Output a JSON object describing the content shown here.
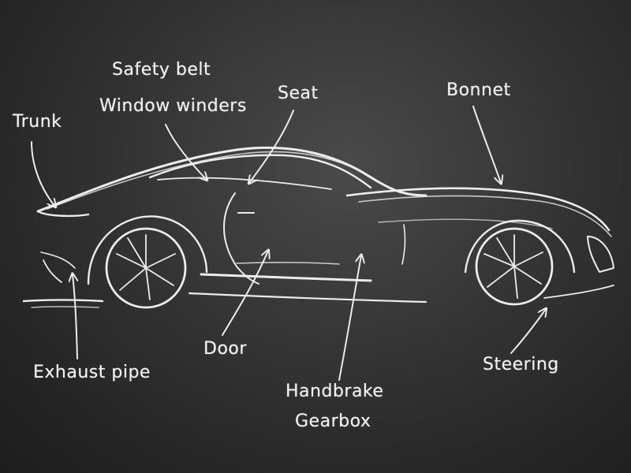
{
  "labels": {
    "safety_belt": "Safety belt",
    "window_winders": "Window winders",
    "seat": "Seat",
    "bonnet": "Bonnet",
    "trunk": "Trunk",
    "exhaust_pipe": "Exhaust pipe",
    "door": "Door",
    "handbrake": "Handbrake",
    "gearbox": "Gearbox",
    "steering": "Steering"
  },
  "colors": {
    "chalk": "#ececec",
    "board": "#363636"
  }
}
